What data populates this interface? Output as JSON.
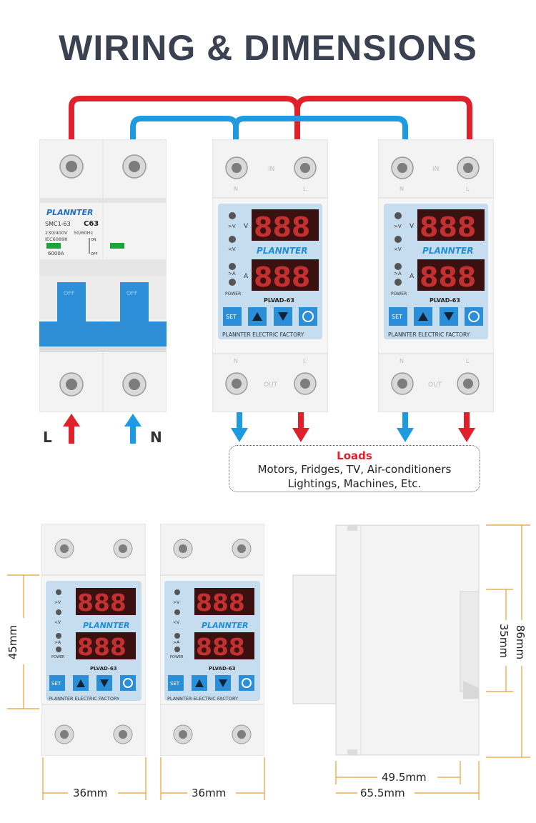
{
  "title": "WIRING & DIMENSIONS",
  "breaker": {
    "brand": "PLANNTER",
    "model": "SMC1-63",
    "rating": "C63",
    "voltage": "230/400V",
    "frequency": "50/60Hz",
    "standard": "IEC60898",
    "capacity": "6000A",
    "on_label": "ON",
    "off_label": "OFF",
    "lever_label": "OFF"
  },
  "protector": {
    "brand": "PLANNTER",
    "model": "PLVAD-63",
    "factory": "PLANNTER ELECTRIC FACTORY",
    "display_digits": "888",
    "indicators": [
      ">V",
      "<V",
      ">A",
      "POWER"
    ],
    "unit_v": "V",
    "unit_a": "A",
    "buttons": [
      "SET",
      "▲",
      "▼",
      "⏻"
    ],
    "in_label": "IN",
    "out_label": "OUT",
    "n_label": "N",
    "l_label": "L"
  },
  "terminals": {
    "l_input": "L",
    "n_input": "N"
  },
  "loads": {
    "title": "Loads",
    "line1": "Motors, Fridges, TV, Air-conditioners",
    "line2": "Lightings, Machines, Etc."
  },
  "dimensions": {
    "height_front": "45mm",
    "width_1": "36mm",
    "width_2": "36mm",
    "depth_inner": "49.5mm",
    "depth_total": "65.5mm",
    "height_rail": "35mm",
    "height_total": "86mm"
  },
  "colors": {
    "live_wire": "#e0202a",
    "neutral_wire": "#1e9be0",
    "title": "#3a4150",
    "dimension_lines": "#e8a030",
    "device_body": "#f2f2f2",
    "panel_blue": "#2a8fd8"
  }
}
